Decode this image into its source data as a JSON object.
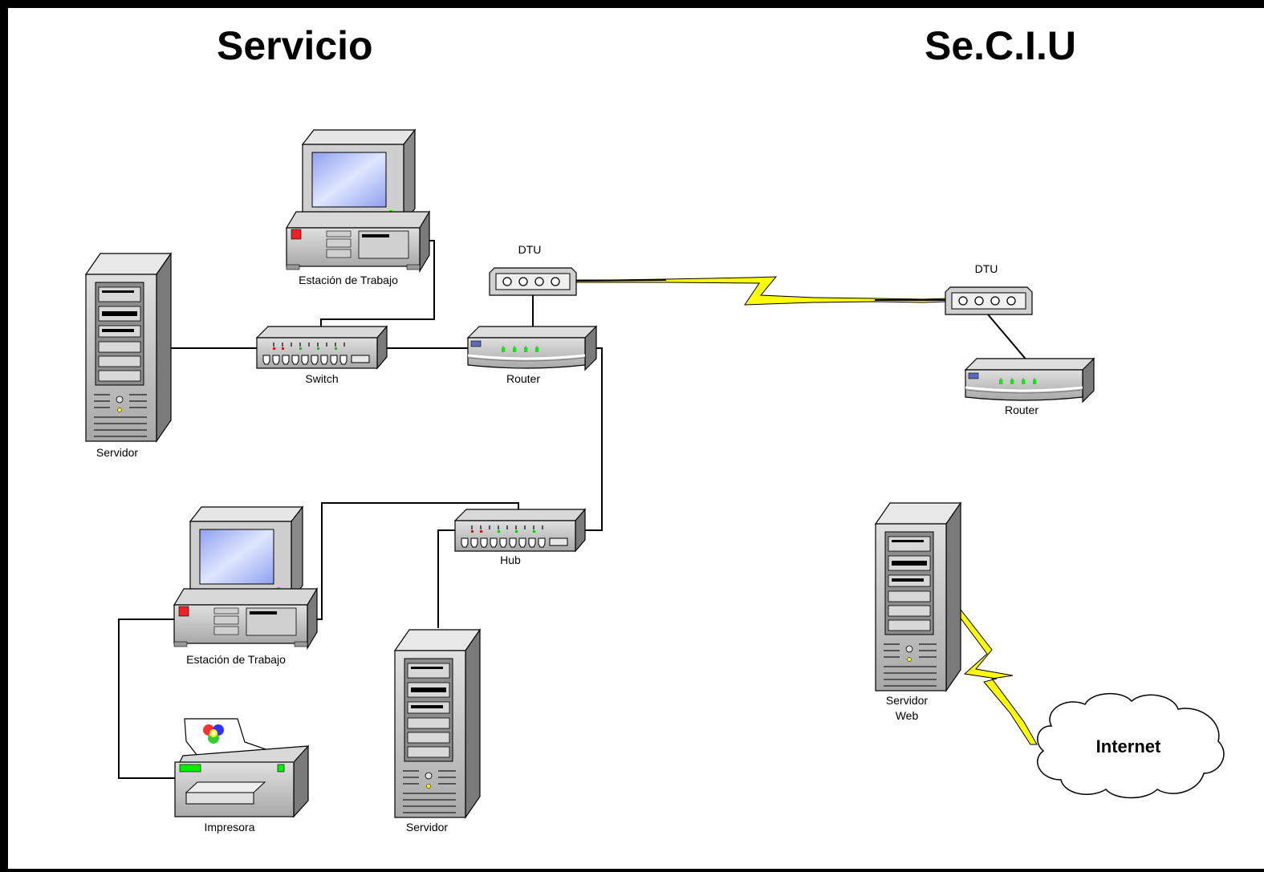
{
  "sections": {
    "left_title": "Servicio",
    "right_title": "Se.C.I.U"
  },
  "labels": {
    "workstation_top": "Estación de Trabajo",
    "server_left": "Servidor",
    "switch": "Switch",
    "dtu_left": "DTU",
    "router_left": "Router",
    "hub": "Hub",
    "workstation_bottom": "Estación de Trabajo",
    "printer": "Impresora",
    "server_bottom": "Servidor",
    "dtu_right": "DTU",
    "router_right": "Router",
    "web_server_line1": "Servidor",
    "web_server_line2": "Web",
    "internet": "Internet"
  },
  "colors": {
    "lightning": "#ffff00",
    "screen": "#b8c8ff",
    "device_gray": "#c0c0c0",
    "led_green": "#00ff00",
    "led_red": "#ff0000"
  }
}
